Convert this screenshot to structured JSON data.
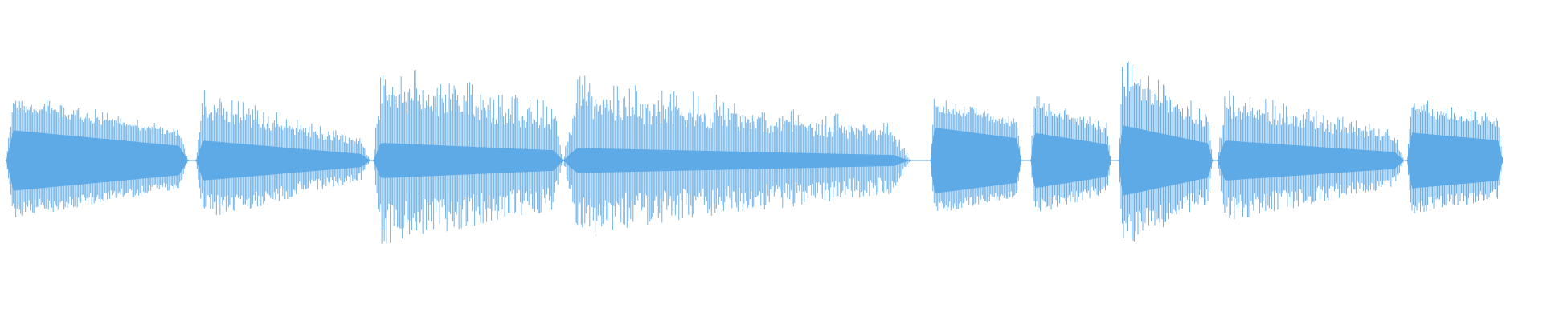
{
  "colors": {
    "background": "#ffffff",
    "waveform": "#5eaae6"
  },
  "waveform": {
    "segments": [
      {
        "start": 0.004,
        "end": 0.122,
        "peak": 0.44,
        "body": 0.24,
        "decay": 0.55
      },
      {
        "start": 0.127,
        "end": 0.24,
        "peak": 0.46,
        "body": 0.16,
        "decay": 0.72
      },
      {
        "start": 0.242,
        "end": 0.365,
        "peak": 0.64,
        "body": 0.14,
        "decay": 0.45
      },
      {
        "start": 0.365,
        "end": 0.59,
        "peak": 0.56,
        "body": 0.1,
        "decay": 0.6
      },
      {
        "start": 0.603,
        "end": 0.662,
        "peak": 0.4,
        "body": 0.26,
        "decay": 0.35
      },
      {
        "start": 0.668,
        "end": 0.72,
        "peak": 0.42,
        "body": 0.22,
        "decay": 0.45
      },
      {
        "start": 0.725,
        "end": 0.786,
        "peak": 0.66,
        "body": 0.28,
        "decay": 0.55
      },
      {
        "start": 0.789,
        "end": 0.91,
        "peak": 0.47,
        "body": 0.16,
        "decay": 0.62
      },
      {
        "start": 0.912,
        "end": 0.974,
        "peak": 0.4,
        "body": 0.22,
        "decay": 0.3
      }
    ]
  }
}
